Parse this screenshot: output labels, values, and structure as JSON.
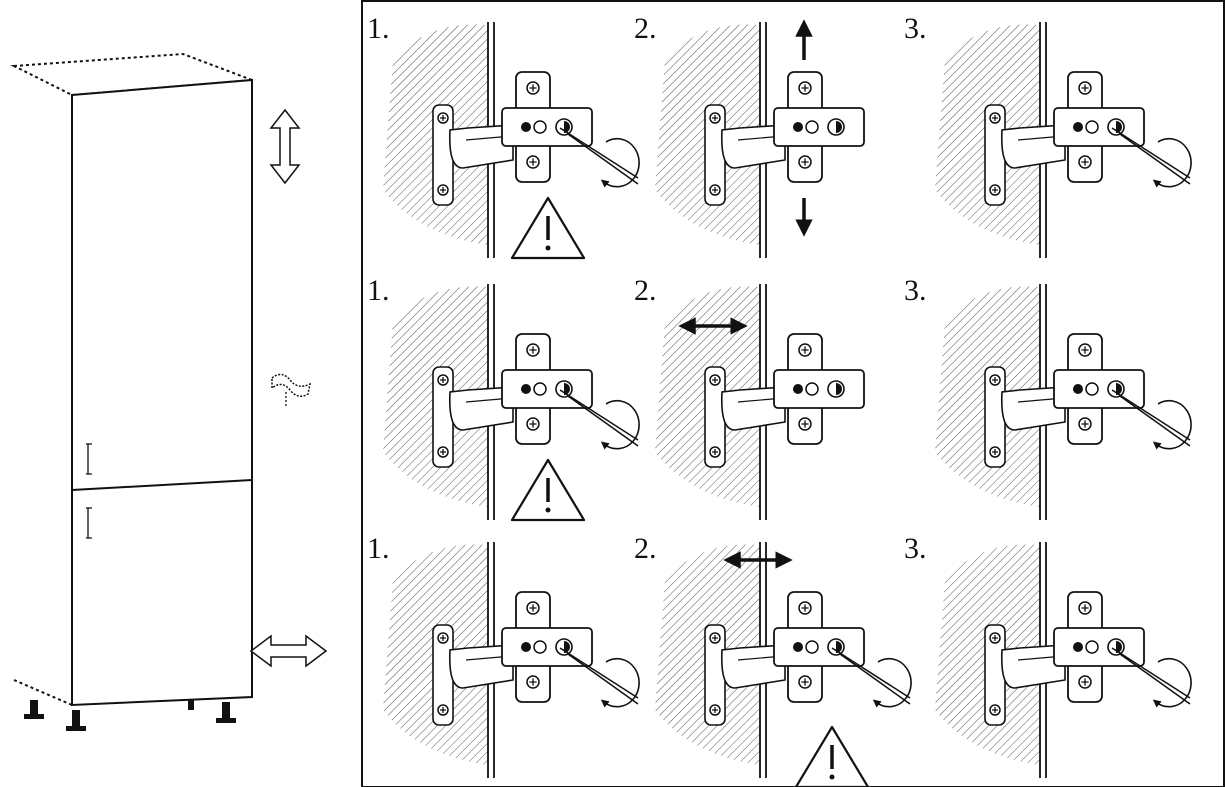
{
  "figure": {
    "colors": {
      "ink": "#111111",
      "paper": "#ffffff"
    },
    "cabinet": {
      "icons": [
        "vertical-double-arrow-icon",
        "depth-arrow-icon",
        "horizontal-double-arrow-icon"
      ]
    },
    "panel_rows": [
      {
        "row": "height-adjustment",
        "step_labels": [
          "1.",
          "2.",
          "3."
        ],
        "adjust_arrow": "vertical",
        "warning_steps": [
          1
        ]
      },
      {
        "row": "side-adjustment",
        "step_labels": [
          "1.",
          "2.",
          "3."
        ],
        "adjust_arrow": "horizontal",
        "warning_steps": [
          1
        ]
      },
      {
        "row": "depth-adjustment",
        "step_labels": [
          "1.",
          "2.",
          "3."
        ],
        "adjust_arrow": "horizontal",
        "warning_steps": [
          2
        ]
      }
    ]
  }
}
